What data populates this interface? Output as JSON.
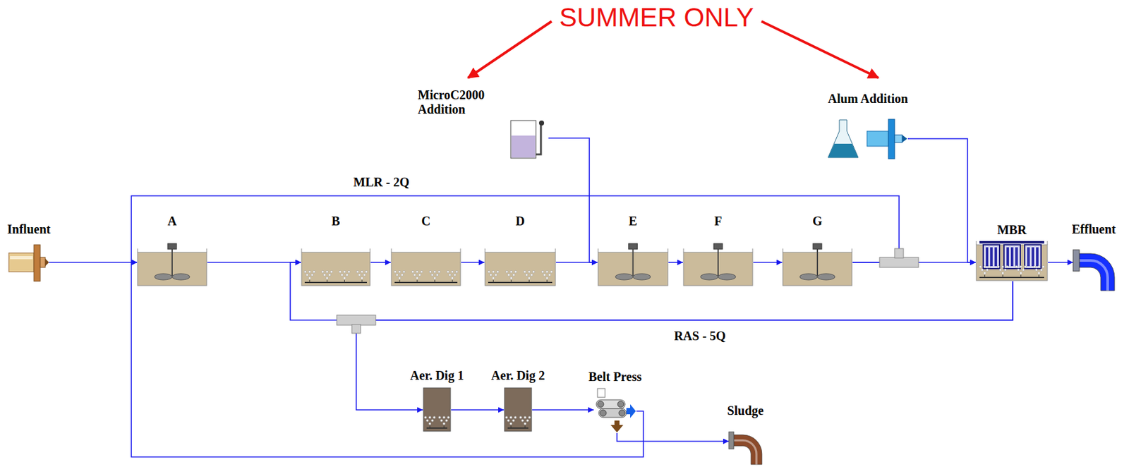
{
  "diagram": {
    "nodes": [
      {
        "text": [
          "MicroC2000 Addition"
        ]
      },
      {
        "text": [
          "Alum Addition"
        ]
      },
      {
        "text": [
          "Influent"
        ]
      },
      {
        "text": [
          "A"
        ]
      },
      {
        "text": [
          "B"
        ]
      },
      {
        "text": [
          "C"
        ]
      },
      {
        "text": [
          "D"
        ]
      },
      {
        "text": [
          "E"
        ]
      },
      {
        "text": [
          "F"
        ]
      },
      {
        "text": [
          "G"
        ]
      },
      {
        "text": [
          "MBR"
        ]
      },
      {
        "text": [
          "Effluent"
        ]
      },
      {
        "text": [
          "Aer. Dig 1"
        ]
      },
      {
        "text": [
          "Aer. Dig 2"
        ]
      },
      {
        "text": [
          "Belt Press"
        ]
      },
      {
        "text": [
          "Sludge"
        ]
      }
    ],
    "edges": [
      {
        "from": 2,
        "to": 3,
        "arrow": "to"
      },
      {
        "from": 3,
        "to": 4,
        "arrow": "to"
      },
      {
        "from": 4,
        "to": 5,
        "arrow": "to"
      },
      {
        "from": 5,
        "to": 6,
        "arrow": "to"
      },
      {
        "from": 6,
        "to": 7,
        "arrow": "to"
      },
      {
        "from": 7,
        "to": 8,
        "arrow": "to"
      },
      {
        "from": 8,
        "to": 9,
        "arrow": "to"
      },
      {
        "from": 9,
        "to": 10,
        "arrow": "to"
      },
      {
        "from": 9,
        "to": 3,
        "label": "MLR - 2Q",
        "arrow": "to"
      },
      {
        "from": 0,
        "to": 7,
        "arrow": "to"
      },
      {
        "from": 1,
        "to": 10,
        "arrow": "to"
      },
      {
        "from": 10,
        "to": 11,
        "arrow": "to"
      },
      {
        "from": 10,
        "to": 4,
        "label": "RAS - 5Q",
        "arrow": "to"
      },
      {
        "from": 10,
        "to": 12,
        "arrow": "to"
      },
      {
        "from": 12,
        "to": 13,
        "arrow": "to"
      },
      {
        "from": 13,
        "to": 14,
        "arrow": "to"
      },
      {
        "from": 14,
        "to": 15,
        "arrow": "to"
      },
      {
        "from": 14,
        "to": 3,
        "arrow": "to"
      }
    ],
    "labels": [
      "SUMMER ONLY"
    ]
  }
}
